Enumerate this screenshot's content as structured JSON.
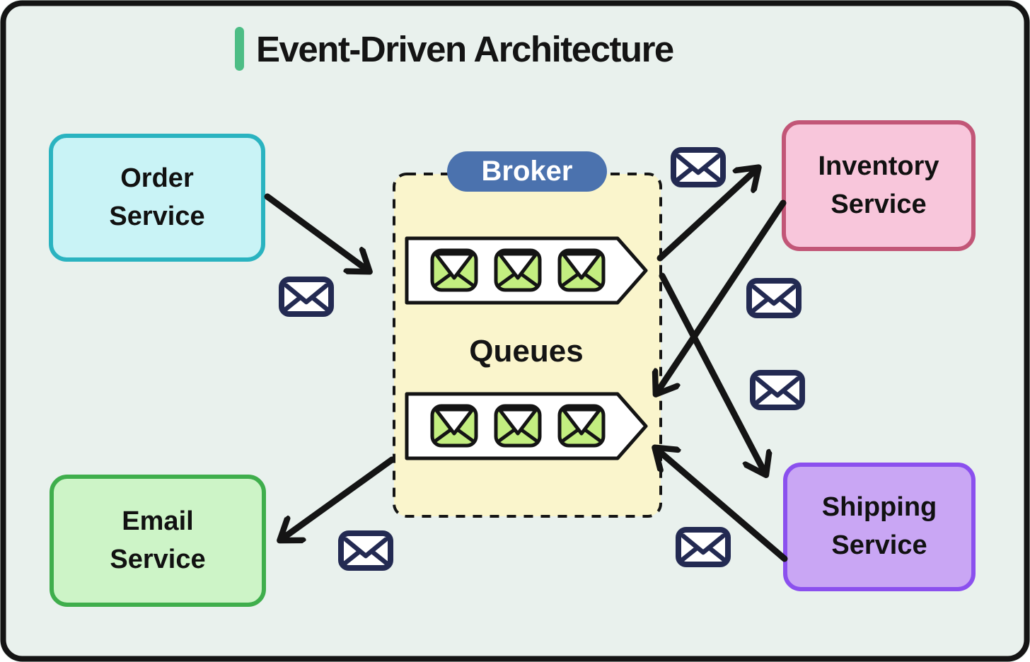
{
  "page": {
    "title": "Event-Driven Architecture"
  },
  "colors": {
    "background": "#e9f1ed",
    "outer_border": "#141414",
    "title_accent": "#4dbd85",
    "arrow": "#141414",
    "message_envelope_navy": "#232a52",
    "queue_envelope_green": "#c3ee80",
    "queue_shape_fill": "#ffffff",
    "queue_shape_stroke": "#141414"
  },
  "broker": {
    "label": "Broker",
    "pill_fill": "#4b72ae",
    "box_fill": "#faf5cc",
    "box_stroke": "#141414",
    "queues_label": "Queues",
    "queues": [
      {
        "name": "queue-1",
        "message_count": 3
      },
      {
        "name": "queue-2",
        "message_count": 3
      }
    ]
  },
  "services": {
    "order": {
      "label": "Order\nService",
      "fill": "#c9f3f6",
      "border": "#2ab3c0"
    },
    "inventory": {
      "label": "Inventory\nService",
      "fill": "#f8c6db",
      "border": "#c25677"
    },
    "email": {
      "label": "Email\nService",
      "fill": "#cdf4c7",
      "border": "#3fae4c"
    },
    "shipping": {
      "label": "Shipping\nService",
      "fill": "#c9a6f4",
      "border": "#8b50ee"
    }
  },
  "flows": [
    {
      "from": "order-service",
      "to": "broker-queue-1"
    },
    {
      "from": "broker-queue-1",
      "to": "inventory-service"
    },
    {
      "from": "inventory-service",
      "to": "broker-queue-2"
    },
    {
      "from": "broker-queue-1",
      "to": "shipping-service"
    },
    {
      "from": "shipping-service",
      "to": "broker-queue-2"
    },
    {
      "from": "broker-queue-2",
      "to": "email-service"
    }
  ],
  "icons": {
    "message_envelope": "envelope-icon",
    "queue_message": "envelope-icon"
  }
}
